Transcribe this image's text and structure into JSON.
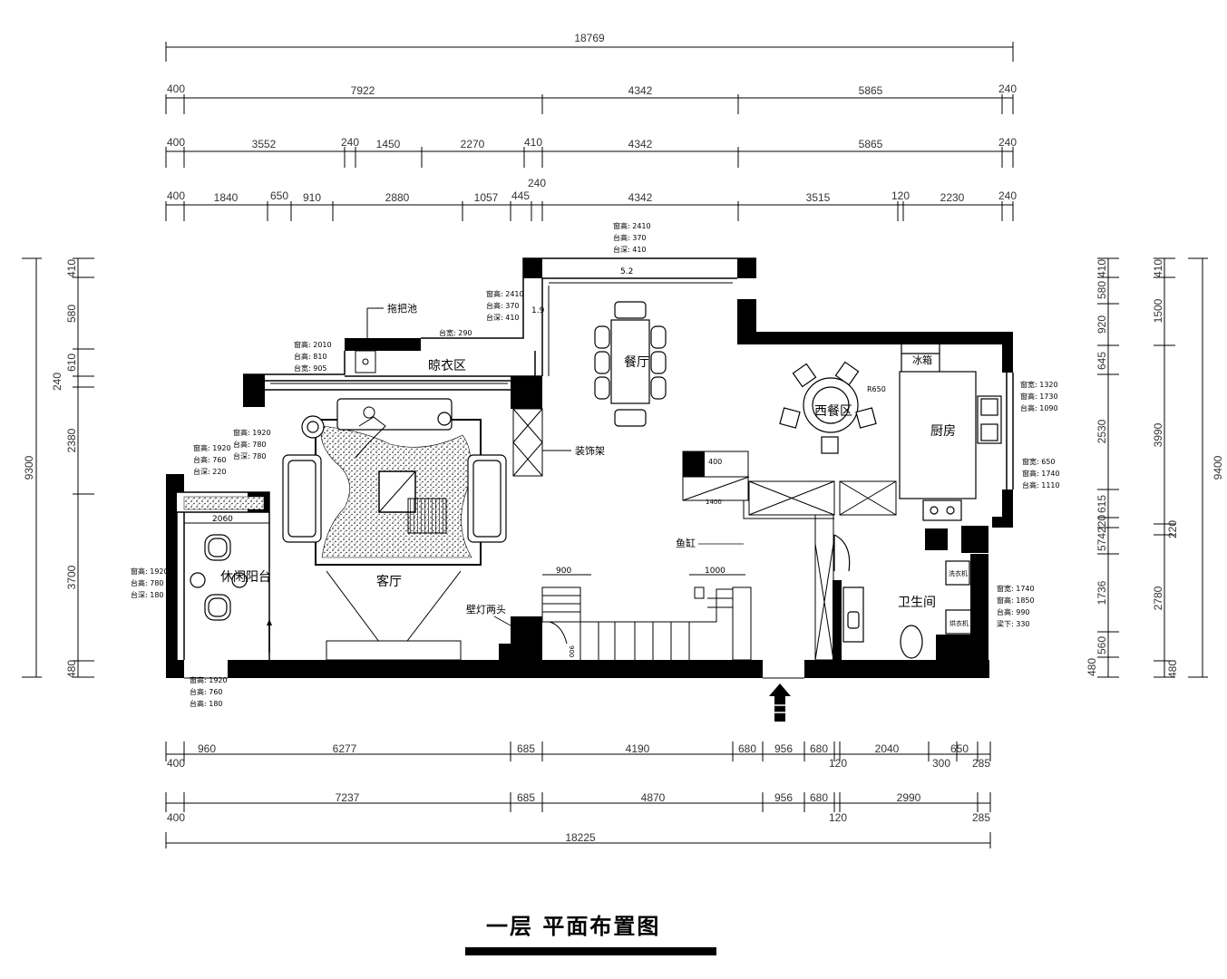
{
  "title": "一层  平面布置图",
  "rooms": {
    "living": "客厅",
    "balcony": "休闲阳台",
    "laundry": "晾衣区",
    "mop_sink": "拖把池",
    "dining": "餐厅",
    "western_dining": "西餐区",
    "kitchen": "厨房",
    "fridge": "冰箱",
    "bathroom": "卫生间",
    "shelf": "装饰架",
    "fish_tank": "鱼缸",
    "wall_lamp": "壁灯两头",
    "washer": "洗衣机",
    "dryer": "烘衣机",
    "r650": "R650"
  },
  "top_dims": {
    "total": "18769",
    "row1": [
      "400",
      "7922",
      "4342",
      "5865",
      "240"
    ],
    "row2": [
      "400",
      "3552",
      "240",
      "1450",
      "2270",
      "410",
      "4342",
      "5865",
      "240"
    ],
    "row3": [
      "400",
      "1840",
      "650",
      "910",
      "2880",
      "1057",
      "445",
      "240",
      "4342",
      "3515",
      "120",
      "2230",
      "240"
    ]
  },
  "bottom_dims": {
    "row1": [
      "960",
      "6277",
      "685",
      "4190",
      "680",
      "956",
      "680",
      "2040",
      "650"
    ],
    "row1_sub": [
      "400",
      "120",
      "300",
      "285"
    ],
    "row2": [
      "7237",
      "685",
      "4870",
      "956",
      "680",
      "2990"
    ],
    "row2_sub": [
      "400",
      "120",
      "285"
    ],
    "total": "18225"
  },
  "left_dims": {
    "total": "9300",
    "segments": [
      "410",
      "580",
      "610",
      "240",
      "2380",
      "3700",
      "480"
    ]
  },
  "right_dims": {
    "total": "9400",
    "inner": [
      "410",
      "580",
      "920",
      "645",
      "2530",
      "615",
      "220",
      "574",
      "1736",
      "560",
      "480"
    ],
    "outer": [
      "410",
      "1500",
      "3990",
      "220",
      "2780",
      "480"
    ]
  },
  "inner_dims": {
    "w52": "5.2",
    "h19": "1.9",
    "d2060": "2060",
    "d900": "900",
    "d1000": "1000",
    "d400": "400",
    "d1400": "1400",
    "d900b": "900"
  },
  "notes": {
    "top_window": [
      "窗高: 2410",
      "台高: 370",
      "台深: 410"
    ],
    "mid_window": [
      "窗高: 2410",
      "台高: 370",
      "台深: 410"
    ],
    "sink_window": [
      "窗高: 2010",
      "台高: 810",
      "台宽: 905"
    ],
    "lr_window": [
      "窗高: 1920",
      "台高: 780",
      "台深: 780"
    ],
    "bal_top": [
      "窗高: 1920",
      "台高: 760",
      "台深: 220"
    ],
    "bal_left": [
      "窗高: 1920",
      "台高: 780",
      "台深: 180"
    ],
    "bal_bottom": [
      "窗高: 1920",
      "台高: 760",
      "台高: 180"
    ],
    "kitchen_top": [
      "窗宽: 1320",
      "窗高: 1730",
      "台高: 1090"
    ],
    "kitchen_bot": [
      "窗宽: 650",
      "窗高: 1740",
      "台高: 1110"
    ],
    "bath": [
      "窗宽: 1740",
      "窗高: 1850",
      "台高: 990",
      "梁下: 330"
    ],
    "din_stub": "台宽: 290"
  },
  "colors": {
    "wall": "#000000",
    "line": "#000000",
    "accent": "#000000"
  }
}
